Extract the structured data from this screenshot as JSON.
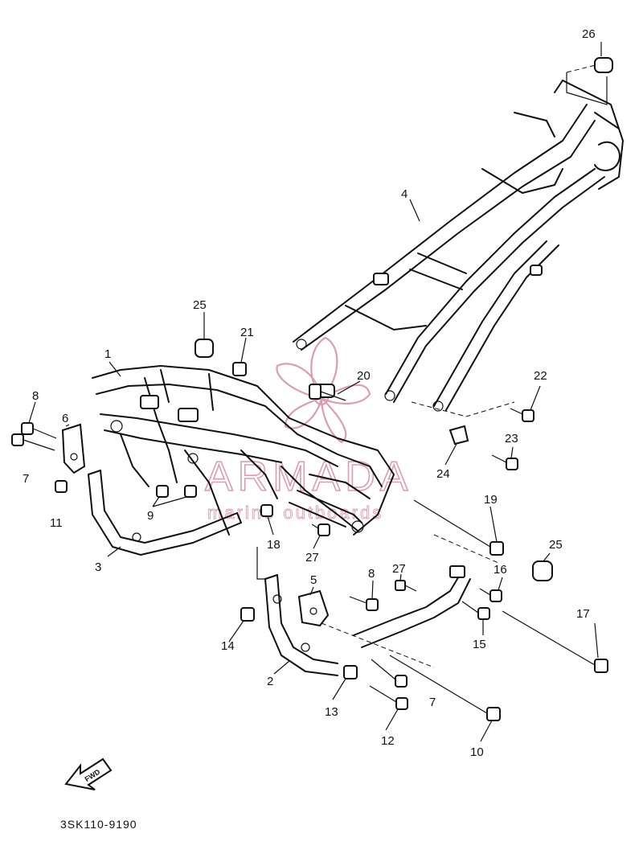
{
  "diagram": {
    "callouts": [
      "1",
      "2",
      "3",
      "4",
      "5",
      "6",
      "7",
      "7",
      "8",
      "8",
      "9",
      "10",
      "11",
      "12",
      "13",
      "14",
      "15",
      "16",
      "17",
      "18",
      "19",
      "20",
      "21",
      "22",
      "23",
      "24",
      "25",
      "25",
      "26",
      "27",
      "27"
    ],
    "forward_arrow_label": "FWD",
    "drawing_code": "3SK110-9190"
  },
  "watermark": {
    "brand": "ARMADA",
    "tagline": "marine outboards"
  },
  "colors": {
    "line": "#111111",
    "watermark": "#d98aa5"
  }
}
